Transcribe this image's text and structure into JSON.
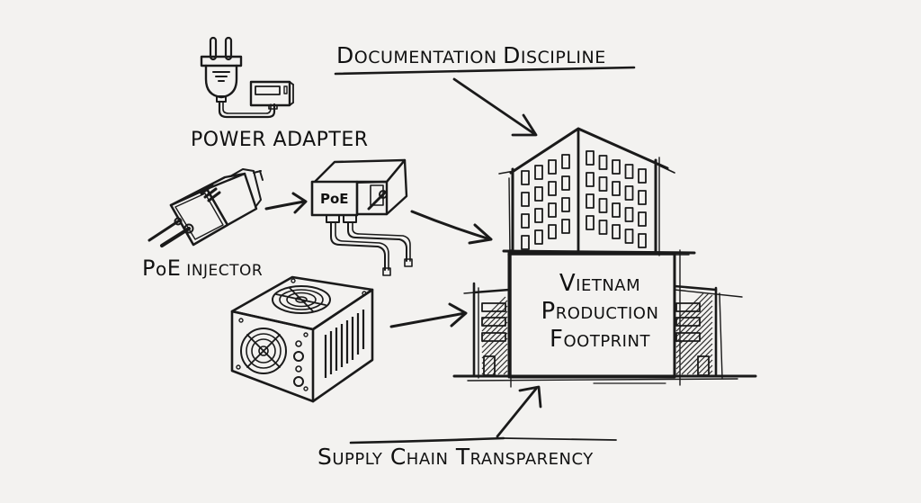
{
  "diagram": {
    "nodes": {
      "documentation": {
        "label_first": "D",
        "label_rest": "OCUMENTATION ",
        "label_first2": "D",
        "label_rest2": "ISCIPLINE",
        "full_label": "Documentation Discipline"
      },
      "power_adapter": {
        "full_label": "POWER ADAPTER"
      },
      "poe_injector": {
        "label_first": "P",
        "label_mid": "o",
        "label_e": "E",
        "label_rest": " INJECTOR",
        "full_label": "PoE injector"
      },
      "poe_box": {
        "label": "PoE"
      },
      "factory": {
        "line1": "Vietnam",
        "line2": "Production",
        "line3": "Footprint",
        "full_label": "Vietnam Production Footprint"
      },
      "supply_chain": {
        "full_label": "Supply Chain Transparency"
      }
    },
    "edges": [
      {
        "from": "documentation",
        "to": "factory"
      },
      {
        "from": "poe_injector",
        "to": "poe_box"
      },
      {
        "from": "poe_box",
        "to": "factory"
      },
      {
        "from": "psu",
        "to": "factory"
      },
      {
        "from": "supply_chain",
        "to": "factory"
      }
    ],
    "icons": [
      "power-plug-icon",
      "adapter-box-icon",
      "poe-injector-icon",
      "poe-box-icon",
      "psu-icon",
      "factory-building-icon"
    ],
    "colors": {
      "background": "#f3f2f0",
      "ink": "#1a1a1a"
    }
  }
}
